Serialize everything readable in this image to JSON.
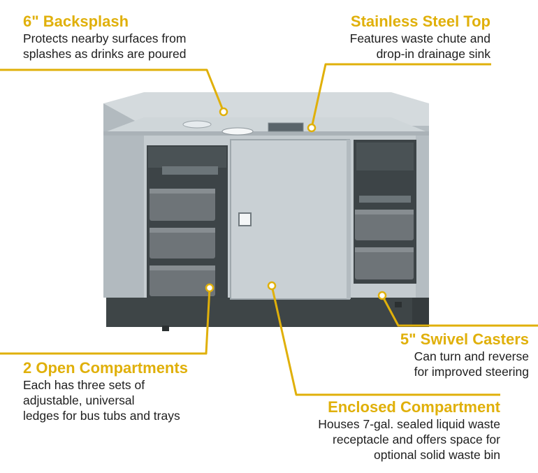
{
  "accent_color": "#e0b00a",
  "callouts": {
    "backsplash": {
      "title": "6\" Backsplash",
      "lines": [
        "Protects nearby surfaces from",
        "splashes as drinks are poured"
      ]
    },
    "top": {
      "title": "Stainless Steel Top",
      "lines": [
        "Features waste chute and",
        "drop-in drainage sink"
      ]
    },
    "casters": {
      "title": "5\" Swivel Casters",
      "lines": [
        "Can turn and reverse",
        "for improved steering"
      ]
    },
    "open": {
      "title": "2 Open Compartments",
      "lines": [
        "Each has three sets of",
        "adjustable, universal",
        "ledges for bus tubs and trays"
      ]
    },
    "enclosed": {
      "title": "Enclosed Compartment",
      "lines": [
        "Houses 7-gal. sealed liquid waste",
        "receptacle and offers space for",
        "optional solid waste bin"
      ]
    }
  }
}
